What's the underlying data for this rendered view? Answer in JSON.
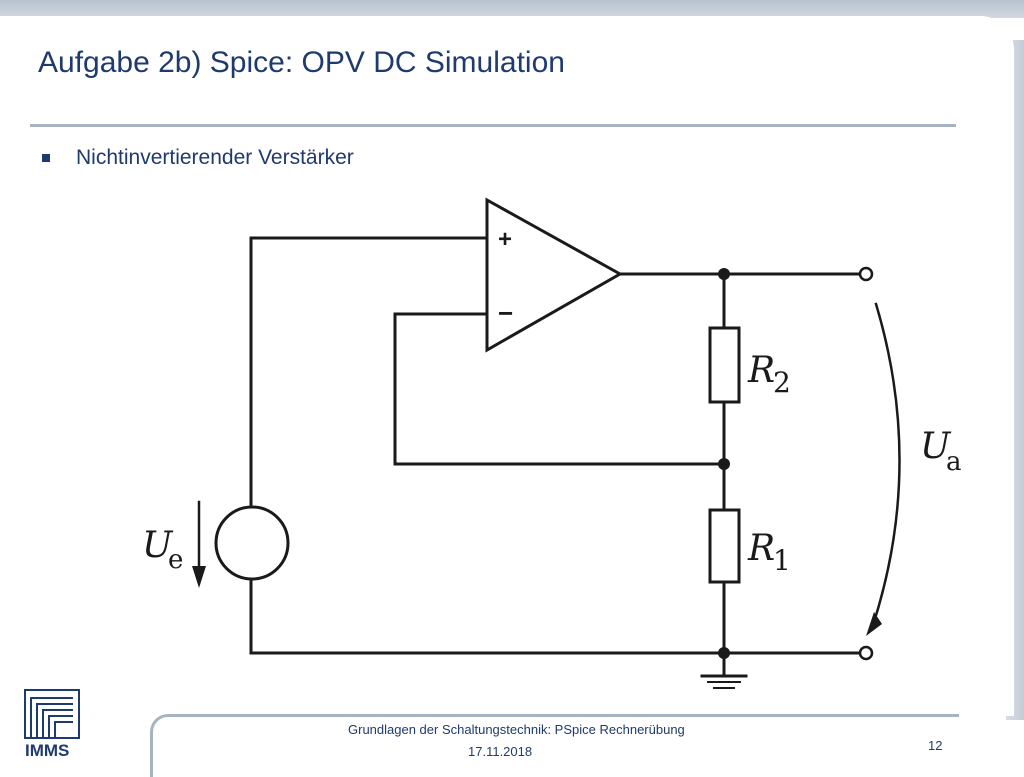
{
  "slide": {
    "title": "Aufgabe 2b) Spice: OPV DC Simulation",
    "bullet": "Nichtinvertierender Verstärker"
  },
  "circuit": {
    "opamp_plus": "+",
    "opamp_minus": "−",
    "r2": {
      "symbol": "R",
      "sub": "2"
    },
    "r1": {
      "symbol": "R",
      "sub": "1"
    },
    "ua": {
      "symbol": "U",
      "sub": "a"
    },
    "ue": {
      "symbol": "U",
      "sub": "e"
    }
  },
  "footer": {
    "course": "Grundlagen der Schaltungstechnik: PSpice Rechnerübung",
    "date": "17.11.2018",
    "page": "12"
  },
  "logo": {
    "text": "IMMS",
    "color": "#1f3a6e"
  },
  "colors": {
    "accent": "#1f3a6e",
    "rule": "#a8b3c2"
  }
}
